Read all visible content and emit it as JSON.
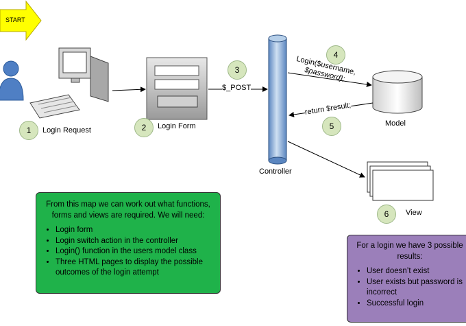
{
  "start_label": "START",
  "steps": [
    {
      "number": "1",
      "label": "Login Request"
    },
    {
      "number": "2",
      "label": "Login Form"
    },
    {
      "number": "3",
      "label": "$_POST"
    },
    {
      "number": "4",
      "label_line1": "Login($username,",
      "label_line2": "$password);"
    },
    {
      "number": "5",
      "label": "return $result;"
    },
    {
      "number": "6",
      "label": "View"
    }
  ],
  "controller_label": "Controller",
  "model_label": "Model",
  "green_box": {
    "intro": "From this map we can work out what functions, forms and views are required. We will need:",
    "items": [
      "Login form",
      "Login switch action in the controller",
      "Login() function in the users model class",
      "Three HTML pages to display the possible outcomes of the login attempt"
    ],
    "color": "#1fb24a"
  },
  "purple_box": {
    "intro": "For a login we have 3 possible results:",
    "items": [
      "User doesn’t exist",
      "User exists but password is incorrect",
      "Successful login"
    ],
    "color": "#9b7fba"
  },
  "colors": {
    "start_arrow": "#ffff00",
    "step_circle": "#d6e6bd",
    "controller": "#8fb3d9"
  }
}
